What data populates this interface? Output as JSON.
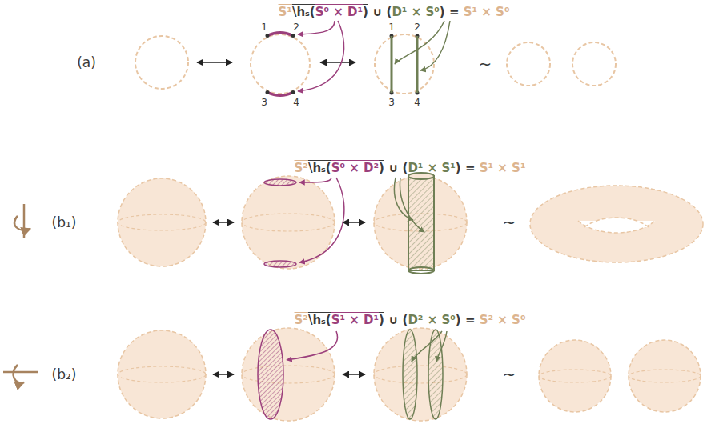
{
  "diagram": {
    "labels": [
      "S¹",
      "\\hₛ(",
      "S⁰ × D¹",
      ")",
      " ∪ (",
      "D¹ × S⁰",
      ") = ",
      "S¹ × S⁰",
      "S²",
      "\\hₛ(",
      "S⁰ × D²",
      ")",
      " ∪ (",
      "D¹ × S¹",
      ") = ",
      "S¹ × S¹",
      "S²",
      "\\hₛ(",
      "S¹ × D¹",
      ")",
      " ∪ (",
      "D² × S⁰",
      ") = ",
      "S² × S⁰",
      "(a)",
      "(b₁)",
      "(b₂)",
      "1",
      "2",
      "3",
      "4",
      "1",
      "2",
      "3",
      "4",
      "~",
      "~",
      "~"
    ]
  }
}
